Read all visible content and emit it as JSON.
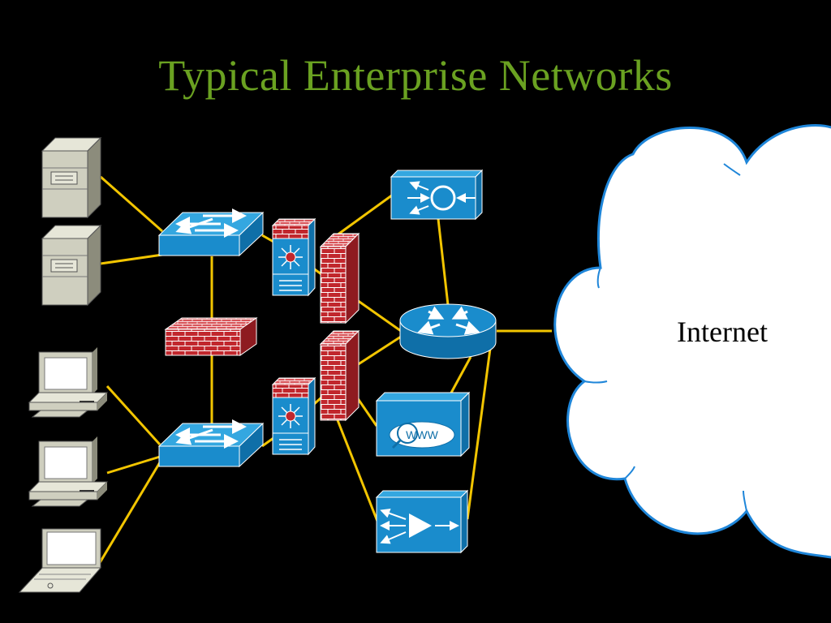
{
  "title": "Typical Enterprise Networks",
  "cloud": {
    "label": "Internet"
  },
  "colors": {
    "title": "#6aa121",
    "link": "#f2c500",
    "cisco_blue": "#1a8ccc",
    "firewall_red": "#c1272d",
    "cloud_stroke": "#1f86d9",
    "pc_beige": "#cfcfbf"
  },
  "devices": [
    {
      "name": "file-server-1",
      "icon": "server-tower-icon"
    },
    {
      "name": "file-server-2",
      "icon": "server-tower-icon"
    },
    {
      "name": "workstation-1",
      "icon": "desktop-pc-icon"
    },
    {
      "name": "workstation-2",
      "icon": "desktop-pc-icon"
    },
    {
      "name": "laptop",
      "icon": "laptop-icon"
    },
    {
      "name": "switch-upper",
      "icon": "workgroup-switch-icon"
    },
    {
      "name": "switch-lower",
      "icon": "workgroup-switch-icon"
    },
    {
      "name": "internal-firewall",
      "icon": "brick-firewall-icon"
    },
    {
      "name": "l3-switch-upper",
      "icon": "multilayer-switch-icon"
    },
    {
      "name": "l3-switch-lower",
      "icon": "multilayer-switch-icon"
    },
    {
      "name": "firewall-upper",
      "icon": "brick-firewall-icon"
    },
    {
      "name": "firewall-lower",
      "icon": "brick-firewall-icon"
    },
    {
      "name": "vpn-concentrator",
      "icon": "vpn-concentrator-icon"
    },
    {
      "name": "edge-router",
      "icon": "router-icon"
    },
    {
      "name": "web-server",
      "icon": "www-server-icon"
    },
    {
      "name": "load-balancer",
      "icon": "content-switch-icon"
    }
  ],
  "www_text": "WWW"
}
